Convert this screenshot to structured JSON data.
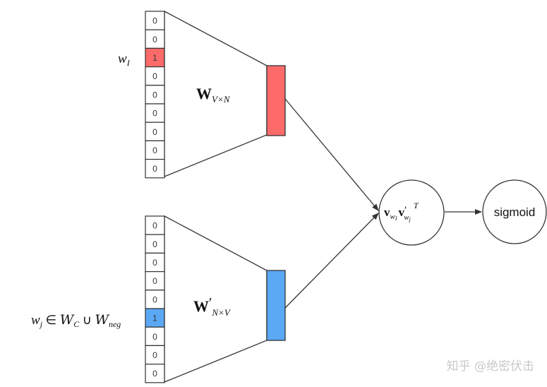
{
  "colors": {
    "hot": "#fd6a6a",
    "hot_stroke": "#c0392b",
    "blue": "#5ba8f5",
    "blue_stroke": "#1f5fa8",
    "line": "#333333"
  },
  "top_vector": {
    "cells": [
      "0",
      "0",
      "1",
      "0",
      "0",
      "0",
      "0",
      "0",
      "0"
    ],
    "hot_index": 2,
    "label_var": "w",
    "label_sub": "I"
  },
  "bottom_vector": {
    "cells": [
      "0",
      "0",
      "0",
      "0",
      "0",
      "1",
      "0",
      "0",
      "0"
    ],
    "hot_index": 5,
    "label_var": "w",
    "label_sub": "j",
    "label_in": " ∈ ",
    "label_set1": "W",
    "label_set1_sub": "C",
    "label_union": " ∪ ",
    "label_set2": "W",
    "label_set2_sub": "neg"
  },
  "top_matrix": {
    "symbol": "W",
    "sub": "V×N"
  },
  "bottom_matrix": {
    "symbol": "W",
    "prime": "′",
    "sub": "N×V"
  },
  "dot_node": {
    "v1": "v",
    "v1_sub": "w",
    "v1_subsub": "I",
    "v2": "v",
    "v2_prime": "′",
    "v2_sub": "w",
    "v2_subsub": "j",
    "sup": "T"
  },
  "sigmoid_node": {
    "label": "sigmoid"
  },
  "watermark": {
    "text": "知乎 @绝密伏击"
  }
}
